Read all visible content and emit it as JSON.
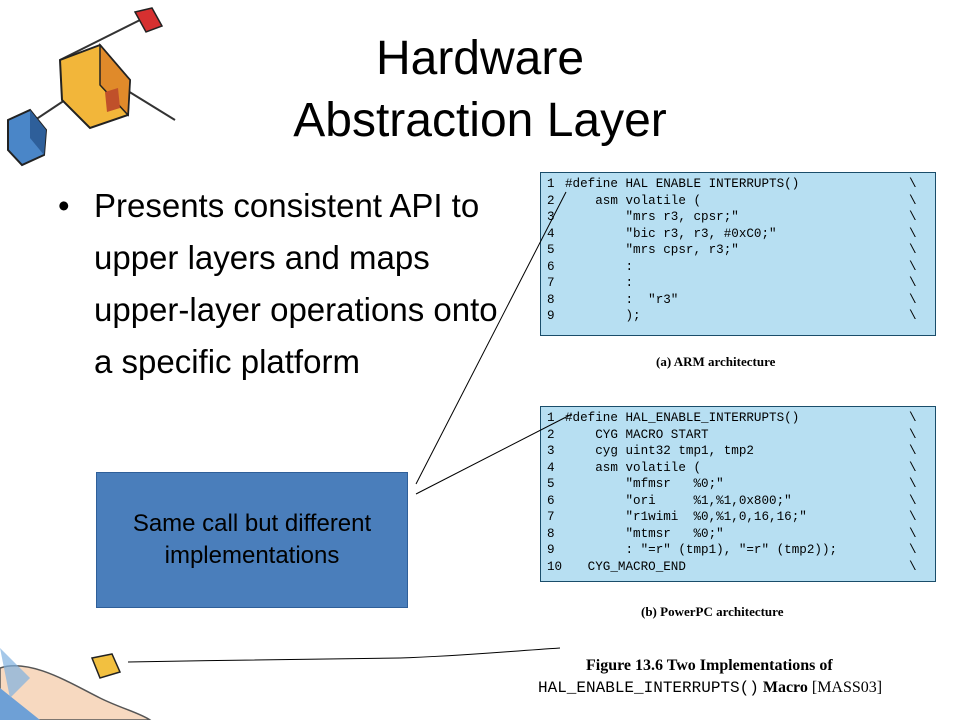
{
  "slide": {
    "title_line1": "Hardware",
    "title_line2": "Abstraction Layer",
    "bullet": "•",
    "bullet_text": "Presents consistent API to upper layers and maps upper-layer operations onto a specific platform",
    "callout_text": "Same call but different implementations"
  },
  "code_a": {
    "lines": [
      {
        "n": "1",
        "t": "#define HAL ENABLE INTERRUPTS()",
        "b": "\\"
      },
      {
        "n": "2",
        "t": "    asm volatile (",
        "b": "\\"
      },
      {
        "n": "3",
        "t": "        \"mrs r3, cpsr;\"",
        "b": "\\"
      },
      {
        "n": "4",
        "t": "        \"bic r3, r3, #0xC0;\"",
        "b": "\\"
      },
      {
        "n": "5",
        "t": "        \"mrs cpsr, r3;\"",
        "b": "\\"
      },
      {
        "n": "6",
        "t": "        :",
        "b": "\\"
      },
      {
        "n": "7",
        "t": "        :",
        "b": "\\"
      },
      {
        "n": "8",
        "t": "        :  \"r3\"",
        "b": "\\"
      },
      {
        "n": "9",
        "t": "        );",
        "b": "\\"
      }
    ],
    "caption": "(a) ARM architecture"
  },
  "code_b": {
    "lines": [
      {
        "n": "1",
        "t": "#define HAL_ENABLE_INTERRUPTS()",
        "b": "\\"
      },
      {
        "n": "2",
        "t": "    CYG MACRO START",
        "b": "\\"
      },
      {
        "n": "3",
        "t": "    cyg uint32 tmp1, tmp2",
        "b": "\\"
      },
      {
        "n": "4",
        "t": "    asm volatile (",
        "b": "\\"
      },
      {
        "n": "5",
        "t": "        \"mfmsr   %0;\"",
        "b": "\\"
      },
      {
        "n": "6",
        "t": "        \"ori     %1,%1,0x800;\"",
        "b": "\\"
      },
      {
        "n": "7",
        "t": "        \"r1wimi  %0,%1,0,16,16;\"",
        "b": "\\"
      },
      {
        "n": "8",
        "t": "        \"mtmsr   %0;\"",
        "b": "\\"
      },
      {
        "n": "9",
        "t": "        : \"=r\" (tmp1), \"=r\" (tmp2));",
        "b": "\\"
      },
      {
        "n": "10",
        "t": "   CYG_MACRO_END",
        "b": "\\"
      }
    ],
    "caption": "(b) PowerPC architecture"
  },
  "figure": {
    "line1": "Figure 13.6   Two Implementations  of",
    "macro": "HAL_ENABLE_INTERRUPTS()",
    "word": "Macro",
    "ref": "[MASS03]"
  },
  "colors": {
    "callout": "#4a7ebb",
    "code_bg": "#b7dff2"
  }
}
